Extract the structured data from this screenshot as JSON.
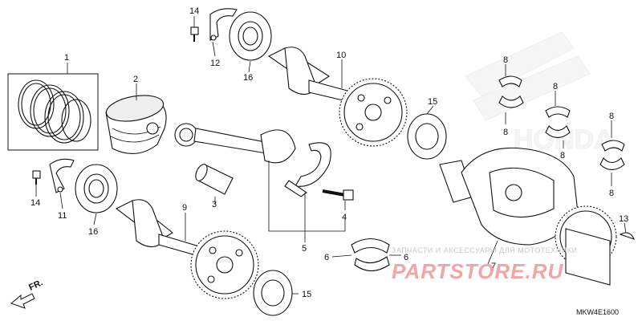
{
  "diagram": {
    "code": "MKW4E1600",
    "direction_label": "FR.",
    "callouts": [
      "1",
      "2",
      "3",
      "4",
      "5",
      "6",
      "7",
      "8",
      "9",
      "10",
      "11",
      "12",
      "13",
      "14",
      "15",
      "16"
    ],
    "watermark": {
      "top_text": "ЗАПЧАСТИ И АКСЕССУАРЫ ДЛЯ МОТОТЕХНИКИ",
      "brand_text": "PARTSTORE.RU",
      "logo_text": "HONDA"
    }
  }
}
